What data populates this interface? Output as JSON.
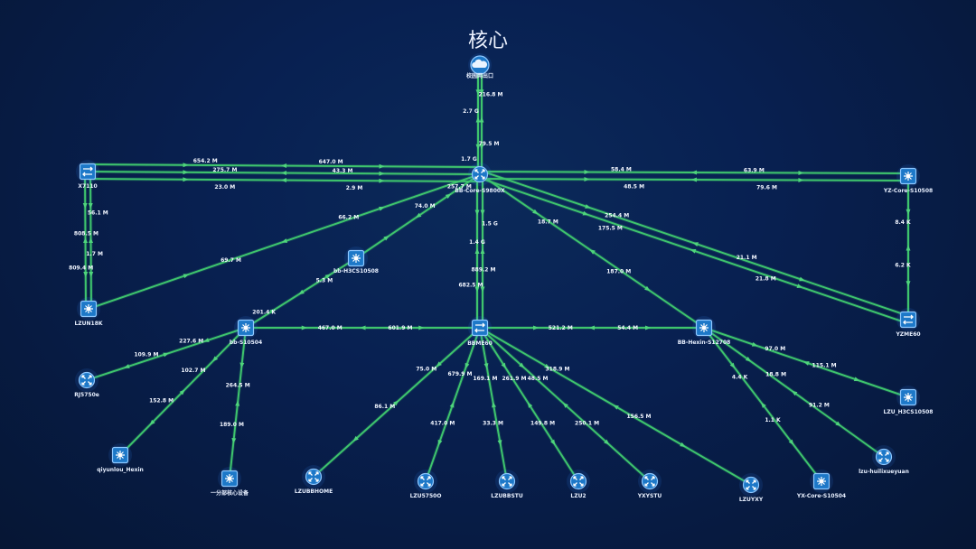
{
  "title": "核心",
  "colors": {
    "link": "#3ec46d",
    "node_fill": "#1d78c8",
    "node_stroke": "#8fc8ff",
    "background": "#082051"
  },
  "nodes": [
    {
      "id": "cloud",
      "label": "校园网出口",
      "icon": "cloud-icon"
    },
    {
      "id": "core",
      "label": "BB-Core-S9800X",
      "icon": "router-icon"
    },
    {
      "id": "x7110",
      "label": "X7110",
      "icon": "switch-icon"
    },
    {
      "id": "yzcore",
      "label": "YZ-Core-S10508",
      "icon": "core-switch-icon"
    },
    {
      "id": "lzun18k",
      "label": "LZUN18K",
      "icon": "core-switch-icon"
    },
    {
      "id": "bbh3c",
      "label": "bb-H3CS10508",
      "icon": "core-switch-icon"
    },
    {
      "id": "yzme60",
      "label": "YZME60",
      "icon": "switch-icon"
    },
    {
      "id": "bbs10504",
      "label": "bb-S10504",
      "icon": "core-switch-icon"
    },
    {
      "id": "bbme60",
      "label": "BBME60",
      "icon": "switch-icon"
    },
    {
      "id": "bbhexin",
      "label": "BB-Hexin-S12708",
      "icon": "core-switch-icon"
    },
    {
      "id": "rj5750e",
      "label": "RJ5750e",
      "icon": "router-icon"
    },
    {
      "id": "qiyunlou",
      "label": "qiyunlou_Hexin",
      "icon": "core-switch-icon"
    },
    {
      "id": "yifenbu",
      "label": "一分部核心设备",
      "icon": "core-switch-icon"
    },
    {
      "id": "lzubbhome",
      "label": "LZUBBHOME",
      "icon": "router-icon"
    },
    {
      "id": "lzu5750",
      "label": "LZU5750O",
      "icon": "router-icon"
    },
    {
      "id": "lzubbstu",
      "label": "LZUBBSTU",
      "icon": "router-icon"
    },
    {
      "id": "lzu2",
      "label": "LZU2",
      "icon": "router-icon"
    },
    {
      "id": "yxystu",
      "label": "YXYSTU",
      "icon": "router-icon"
    },
    {
      "id": "lzuyxy",
      "label": "LZUYXY",
      "icon": "router-icon"
    },
    {
      "id": "yxcore",
      "label": "YX-Core-S10504",
      "icon": "core-switch-icon"
    },
    {
      "id": "lzuh3c",
      "label": "LZU_H3CS10508",
      "icon": "core-switch-icon"
    },
    {
      "id": "huilixue",
      "label": "lzu-huilixueyuan",
      "icon": "router-icon"
    }
  ],
  "links": [
    {
      "from": "cloud",
      "to": "core",
      "labels": [
        "216.8 M",
        "2.7 G",
        "79.5 M",
        "1.7 G"
      ]
    },
    {
      "from": "x7110",
      "to": "core",
      "labels": [
        "654.2 M",
        "647.0 M"
      ]
    },
    {
      "from": "x7110",
      "to": "core",
      "labels": [
        "275.7 M",
        "43.3 M"
      ]
    },
    {
      "from": "x7110",
      "to": "core",
      "labels": [
        "23.0 M",
        "2.9 M"
      ]
    },
    {
      "from": "core",
      "to": "yzcore",
      "labels": [
        "58.4 M",
        "63.9 M"
      ]
    },
    {
      "from": "core",
      "to": "yzcore",
      "labels": [
        "48.5 M",
        "79.6 M"
      ]
    },
    {
      "from": "x7110",
      "to": "lzun18k",
      "labels": [
        "56.1 M",
        "808.5 M"
      ]
    },
    {
      "from": "x7110",
      "to": "lzun18k",
      "labels": [
        "1.7 M",
        "809.4 M"
      ]
    },
    {
      "from": "lzun18k",
      "to": "core",
      "labels": [
        "69.7 M",
        "66.2 M"
      ]
    },
    {
      "from": "bbh3c",
      "to": "core",
      "labels": [
        "74.0 M",
        "257.7 M"
      ]
    },
    {
      "from": "core",
      "to": "bbme60",
      "labels": [
        "1.5 G",
        "1.4 G"
      ]
    },
    {
      "from": "core",
      "to": "bbme60",
      "labels": [
        "889.2 M",
        "682.5 M"
      ]
    },
    {
      "from": "core",
      "to": "bbhexin",
      "labels": [
        "18.7 M",
        "187.0 M"
      ]
    },
    {
      "from": "core",
      "to": "yzme60",
      "labels": [
        "254.4 M",
        "21.1 M"
      ]
    },
    {
      "from": "core",
      "to": "yzme60",
      "labels": [
        "175.5 M",
        "21.8 M"
      ]
    },
    {
      "from": "yzcore",
      "to": "yzme60",
      "labels": [
        "8.4 K",
        "6.2 K"
      ]
    },
    {
      "from": "bbs10504",
      "to": "bbh3c",
      "labels": [
        "201.4 K",
        "5.3 M"
      ]
    },
    {
      "from": "bbs10504",
      "to": "bbme60",
      "labels": [
        "467.0 M",
        "601.9 M"
      ]
    },
    {
      "from": "bbme60",
      "to": "bbhexin",
      "labels": [
        "521.2 M",
        "54.4 M"
      ]
    },
    {
      "from": "bbs10504",
      "to": "rj5750e",
      "labels": [
        "227.6 M",
        "109.9 M"
      ]
    },
    {
      "from": "bbs10504",
      "to": "qiyunlou",
      "labels": [
        "102.7 M",
        "152.8 M"
      ]
    },
    {
      "from": "bbs10504",
      "to": "yifenbu",
      "labels": [
        "264.5 M",
        "189.0 M"
      ]
    },
    {
      "from": "bbme60",
      "to": "lzubbhome",
      "labels": [
        "75.0 M",
        "86.1 M"
      ]
    },
    {
      "from": "bbme60",
      "to": "lzu5750",
      "labels": [
        "679.9 M",
        "417.0 M"
      ]
    },
    {
      "from": "bbme60",
      "to": "lzubbstu",
      "labels": [
        "169.1 M",
        "33.3 M"
      ]
    },
    {
      "from": "bbme60",
      "to": "lzu2",
      "labels": [
        "261.9 M",
        "149.8 M"
      ]
    },
    {
      "from": "bbme60",
      "to": "yxystu",
      "labels": [
        "48.5 M",
        "250.1 M"
      ]
    },
    {
      "from": "bbme60",
      "to": "lzuyxy",
      "labels": [
        "318.9 M",
        "156.5 M"
      ]
    },
    {
      "from": "bbhexin",
      "to": "lzuh3c",
      "labels": [
        "97.0 M",
        "115.1 M"
      ]
    },
    {
      "from": "bbhexin",
      "to": "huilixue",
      "labels": [
        "18.8 M",
        "91.2 M"
      ]
    },
    {
      "from": "bbhexin",
      "to": "yxcore",
      "labels": [
        "4.4 K",
        "1.1 K"
      ]
    }
  ]
}
